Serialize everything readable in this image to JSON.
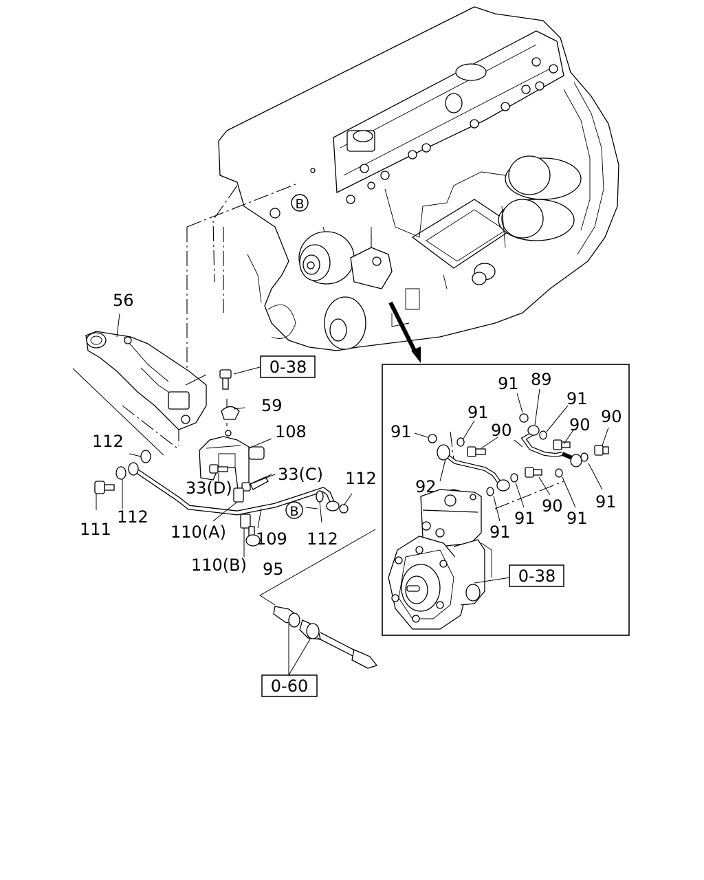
{
  "refs": {
    "r038_top": "0-38",
    "r038_inset": "0-38",
    "r060": "0-60"
  },
  "markers": {
    "b_engine": "B",
    "b_pipe": "B"
  },
  "labels": {
    "p56": "56",
    "p59": "59",
    "p108": "108",
    "p112_a": "112",
    "p112_b": "112",
    "p112_c": "112",
    "p112_d": "112",
    "p33c": "33(C)",
    "p33d": "33(D)",
    "p111": "111",
    "p110a": "110(A)",
    "p109": "109",
    "p110b": "110(B)",
    "p95": "95",
    "i91_a": "91",
    "i89": "89",
    "i91_b": "91",
    "i91_c": "91",
    "i91_d": "91",
    "i90_a": "90",
    "i90_b": "90",
    "i90_c": "90",
    "i92": "92",
    "i91_e": "91",
    "i90_d": "90",
    "i91_f": "91",
    "i91_g": "91",
    "i91_h": "91"
  }
}
